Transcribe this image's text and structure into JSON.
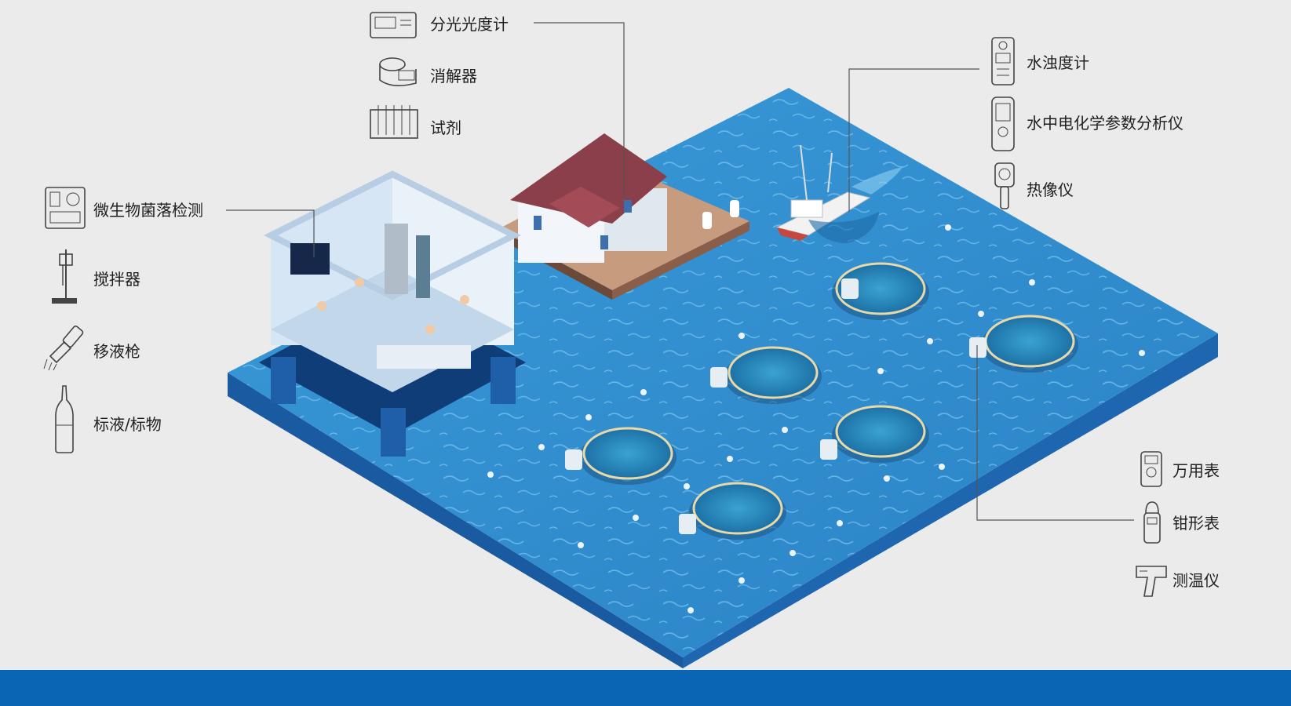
{
  "colors": {
    "background": "#ebebeb",
    "water": "#2f8fd0",
    "water_light": "#5db4e6",
    "platform_side": "#1d5ea8",
    "platform_front": "#17508f",
    "bottom_bar": "#0a66b5",
    "roof": "#8a3f4a",
    "leader_line": "#555555"
  },
  "left_equipment": [
    {
      "id": "colony",
      "label": "微生物菌落检测",
      "icon": "colony-counter-icon"
    },
    {
      "id": "stirrer",
      "label": "搅拌器",
      "icon": "stirrer-icon"
    },
    {
      "id": "pipette",
      "label": "移液枪",
      "icon": "pipette-icon"
    },
    {
      "id": "standard",
      "label": "标液/标物",
      "icon": "standard-bottle-icon"
    }
  ],
  "top_equipment": [
    {
      "id": "spectro",
      "label": "分光光度计",
      "icon": "spectrophotometer-icon"
    },
    {
      "id": "digester",
      "label": "消解器",
      "icon": "digester-icon"
    },
    {
      "id": "reagent",
      "label": "试剂",
      "icon": "reagent-rack-icon"
    }
  ],
  "right_top_equipment": [
    {
      "id": "turbidity",
      "label": "水浊度计",
      "icon": "turbidity-meter-icon"
    },
    {
      "id": "electrochem",
      "label": "水中电化学参数分析仪",
      "icon": "electrochemical-analyzer-icon"
    },
    {
      "id": "thermal",
      "label": "热像仪",
      "icon": "thermal-imager-icon"
    }
  ],
  "right_bottom_equipment": [
    {
      "id": "multimeter",
      "label": "万用表",
      "icon": "multimeter-icon"
    },
    {
      "id": "clamp",
      "label": "钳形表",
      "icon": "clamp-meter-icon"
    },
    {
      "id": "thermometer",
      "label": "测温仪",
      "icon": "ir-thermometer-icon"
    }
  ]
}
